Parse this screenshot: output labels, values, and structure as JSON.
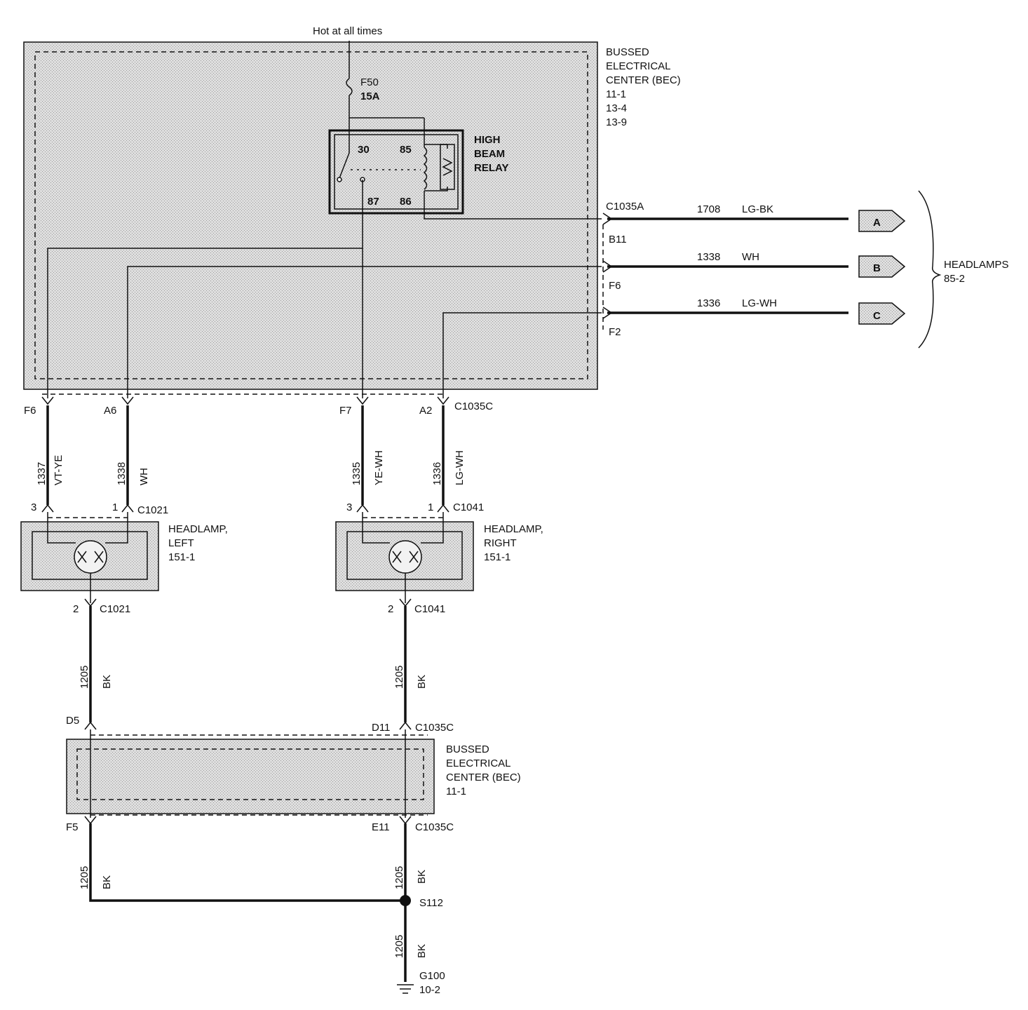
{
  "top_label": "Hot at all times",
  "fuse": {
    "id": "F50",
    "rating": "15A"
  },
  "bec_top": {
    "line1": "BUSSED",
    "line2": "ELECTRICAL",
    "line3": "CENTER (BEC)",
    "ref1": "11-1",
    "ref2": "13-4",
    "ref3": "13-9"
  },
  "relay": {
    "line1": "HIGH",
    "line2": "BEAM",
    "line3": "RELAY",
    "pin_30": "30",
    "pin_85": "85",
    "pin_87": "87",
    "pin_86": "86"
  },
  "right_connectors": {
    "c1035a": "C1035A",
    "b11": "B11",
    "f6": "F6",
    "f2": "F2"
  },
  "right_wires": [
    {
      "circuit": "1708",
      "color": "LG-BK",
      "tag": "A"
    },
    {
      "circuit": "1338",
      "color": "WH",
      "tag": "B"
    },
    {
      "circuit": "1336",
      "color": "LG-WH",
      "tag": "C"
    }
  ],
  "headlamps_ref": {
    "line1": "HEADLAMPS",
    "line2": "85-2"
  },
  "bottom_pins": {
    "f6": "F6",
    "a6": "A6",
    "f7": "F7",
    "a2": "A2",
    "c1035c": "C1035C"
  },
  "vertical_wires": [
    {
      "circuit": "1337",
      "color": "VT-YE"
    },
    {
      "circuit": "1338",
      "color": "WH"
    },
    {
      "circuit": "1335",
      "color": "YE-WH"
    },
    {
      "circuit": "1336",
      "color": "LG-WH"
    }
  ],
  "headlamp_left": {
    "pin3": "3",
    "pin1": "1",
    "conn_top": "C1021",
    "line1": "HEADLAMP,",
    "line2": "LEFT",
    "ref": "151-1",
    "pin2": "2",
    "conn_bottom": "C1021"
  },
  "headlamp_right": {
    "pin3": "3",
    "pin1": "1",
    "conn_top": "C1041",
    "line1": "HEADLAMP,",
    "line2": "RIGHT",
    "ref": "151-1",
    "pin2": "2",
    "conn_bottom": "C1041"
  },
  "ground_wires": {
    "left_upper": {
      "circuit": "1205",
      "color": "BK"
    },
    "right_upper": {
      "circuit": "1205",
      "color": "BK"
    },
    "left_lower": {
      "circuit": "1205",
      "color": "BK"
    },
    "right_lower": {
      "circuit": "1205",
      "color": "BK"
    },
    "ground_lead": {
      "circuit": "1205",
      "color": "BK"
    }
  },
  "bec_bottom": {
    "line1": "BUSSED",
    "line2": "ELECTRICAL",
    "line3": "CENTER (BEC)",
    "ref": "11-1",
    "pin_d5": "D5",
    "pin_d11": "D11",
    "conn_top": "C1035C",
    "pin_f5": "F5",
    "pin_e11": "E11",
    "conn_bottom": "C1035C"
  },
  "splice": "S112",
  "ground": {
    "id": "G100",
    "ref": "10-2"
  }
}
